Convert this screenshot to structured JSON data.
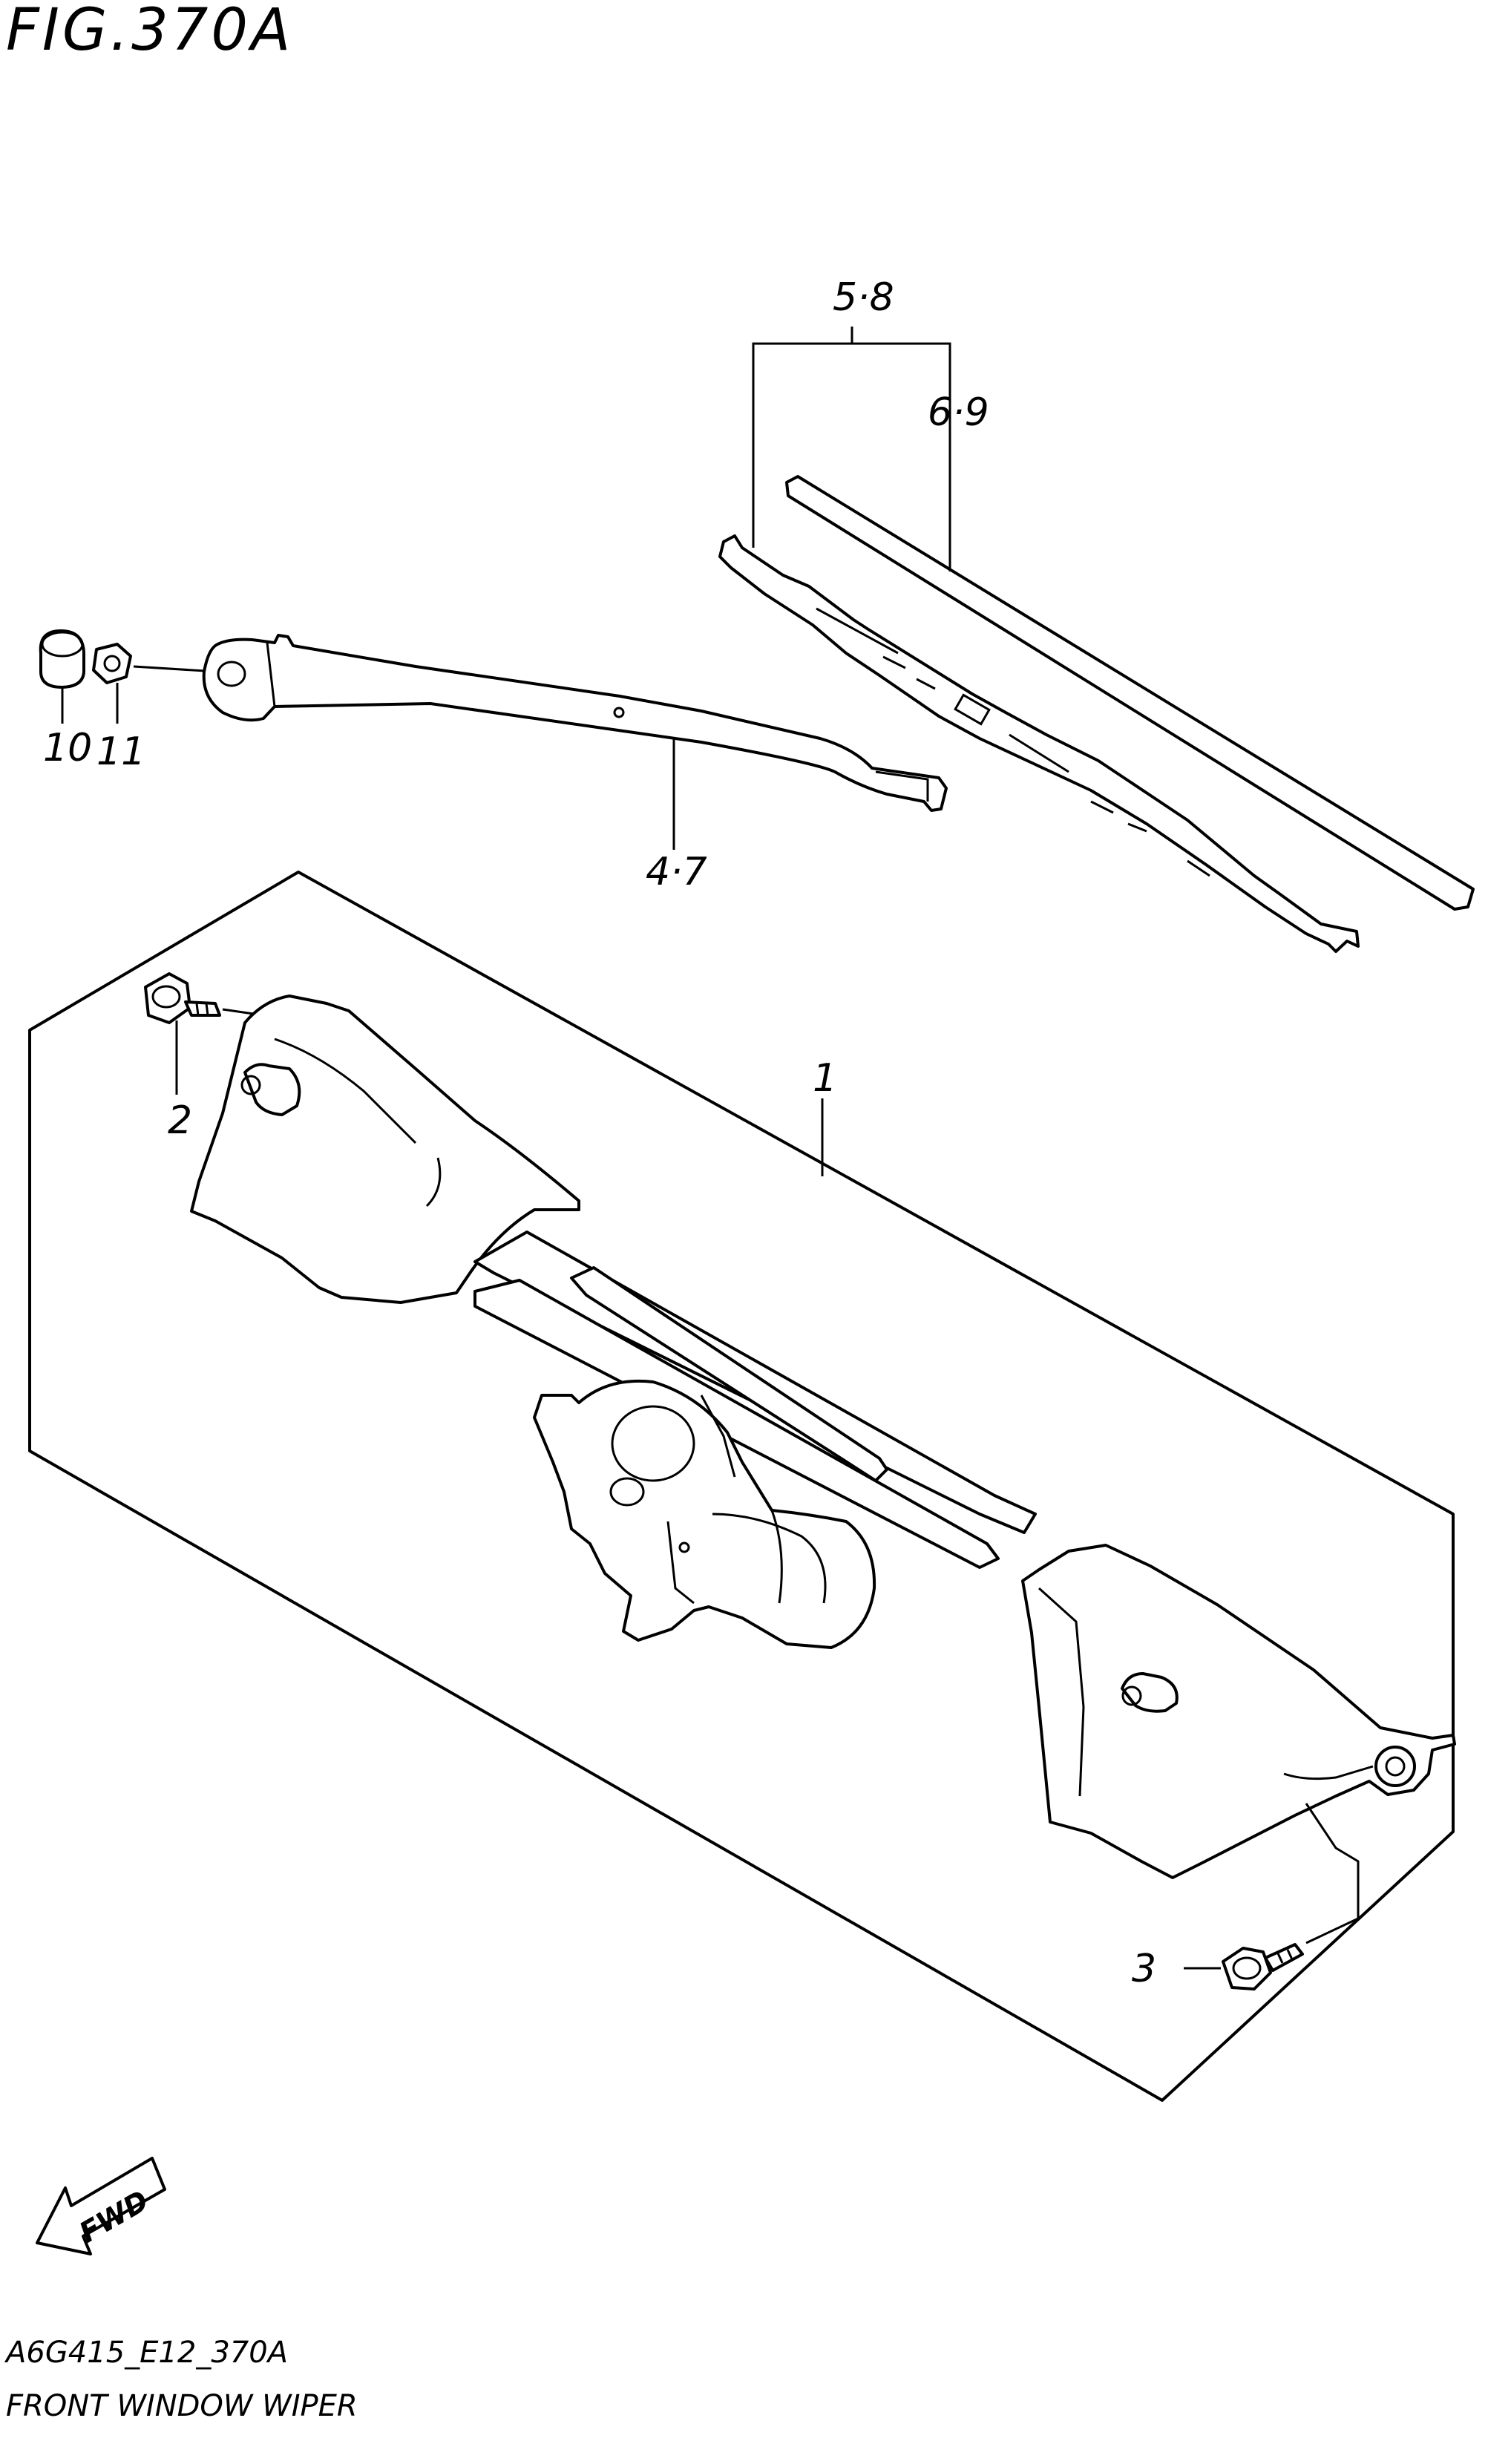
{
  "figure": {
    "title": "FIG.370A",
    "code": "A6G415_E12_370A",
    "caption": "FRONT WINDOW WIPER"
  },
  "callouts": {
    "c1": "1",
    "c2": "2",
    "c3": "3",
    "c47": "4·7",
    "c58": "5·8",
    "c69": "6·9",
    "c10": "10",
    "c11": "11"
  },
  "fwd_arrow": "FWD"
}
